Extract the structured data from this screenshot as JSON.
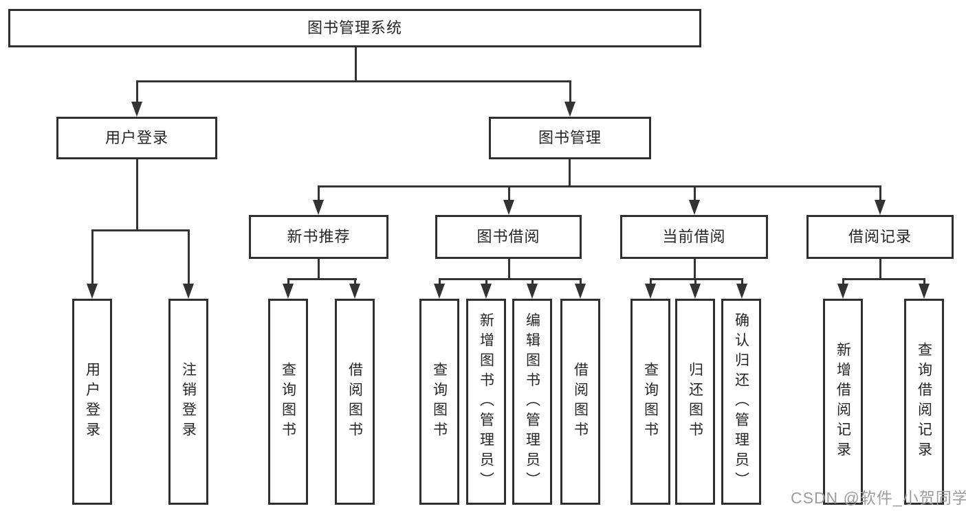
{
  "nodes": {
    "root": {
      "label": "图书管理系统"
    },
    "user_login": {
      "label": "用户登录"
    },
    "book_mgmt": {
      "label": "图书管理"
    },
    "new_book_rec": {
      "label": "新书推荐"
    },
    "book_borrow": {
      "label": "图书借阅"
    },
    "current_borrow": {
      "label": "当前借阅"
    },
    "borrow_records": {
      "label": "借阅记录"
    },
    "leaf_user_login": {
      "label": "用户登录"
    },
    "leaf_logout": {
      "label": "注销登录"
    },
    "leaf_query_book_1": {
      "label": "查询图书"
    },
    "leaf_borrow_book_1": {
      "label": "借阅图书"
    },
    "leaf_query_book_2": {
      "label": "查询图书"
    },
    "leaf_add_book": {
      "label": "新增图书（管理员）"
    },
    "leaf_edit_book": {
      "label": "编辑图书（管理员）"
    },
    "leaf_borrow_book_2": {
      "label": "借阅图书"
    },
    "leaf_query_book_3": {
      "label": "查询图书"
    },
    "leaf_return_book": {
      "label": "归还图书"
    },
    "leaf_confirm_return": {
      "label": "确认归还（管理员）"
    },
    "leaf_add_record": {
      "label": "新增借阅记录"
    },
    "leaf_query_record": {
      "label": "查询借阅记录"
    }
  },
  "structure": {
    "root": "图书管理系统",
    "children": {
      "用户登录": [
        "用户登录",
        "注销登录"
      ],
      "图书管理": {
        "新书推荐": [
          "查询图书",
          "借阅图书"
        ],
        "图书借阅": [
          "查询图书",
          "新增图书（管理员）",
          "编辑图书（管理员）",
          "借阅图书"
        ],
        "当前借阅": [
          "查询图书",
          "归还图书",
          "确认归还（管理员）"
        ],
        "借阅记录": [
          "新增借阅记录",
          "查询借阅记录"
        ]
      }
    }
  },
  "watermark": {
    "text": "CSDN @软件_小贺同学"
  },
  "colors": {
    "line": "#333333",
    "box_border": "#2f2f2f",
    "text": "#262626",
    "background": "#ffffff",
    "watermark": "#9c9c9c"
  }
}
